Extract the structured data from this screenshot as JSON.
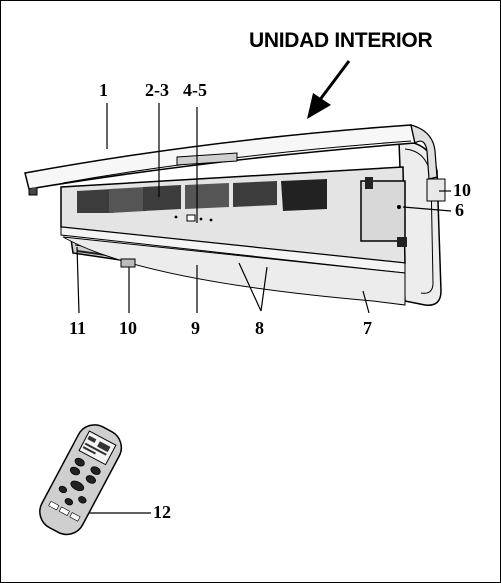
{
  "title": "UNIDAD INTERIOR",
  "callouts": {
    "c1": "1",
    "c2_3": "2-3",
    "c4_5": "4-5",
    "c6": "6",
    "c7": "7",
    "c8": "8",
    "c9": "9",
    "c10_right": "10",
    "c10_bottom": "10",
    "c11": "11",
    "c12": "12"
  }
}
